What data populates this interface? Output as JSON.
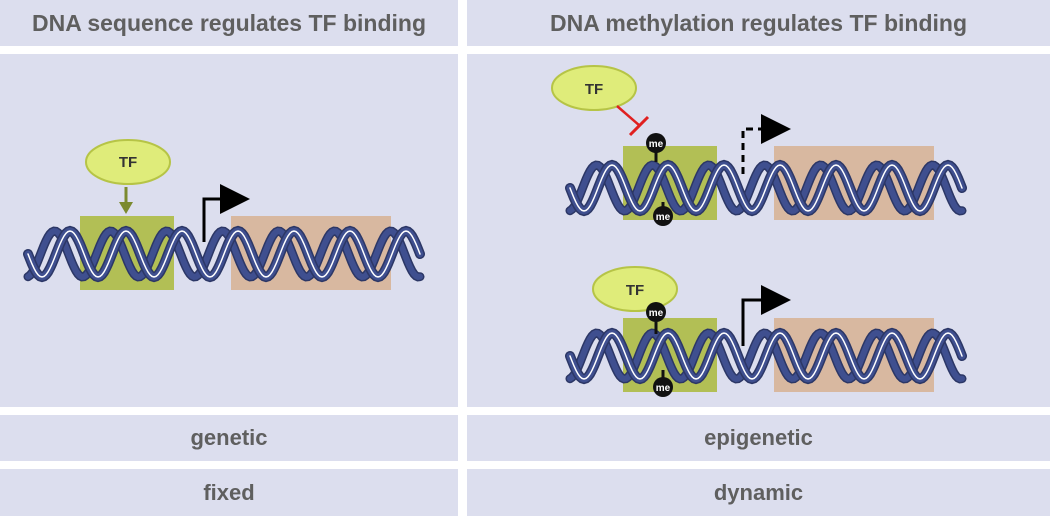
{
  "headers": {
    "left": "DNA sequence regulates TF binding",
    "right": "DNA methylation regulates TF binding"
  },
  "rows": {
    "mechanism": {
      "left": "genetic",
      "right": "epigenetic"
    },
    "nature": {
      "left": "fixed",
      "right": "dynamic"
    }
  },
  "diagram": {
    "tf_label": "TF",
    "methyl_label": "me"
  },
  "colors": {
    "cell_bg": "#dcdeee",
    "text": "#5f5f5f",
    "dna_strand": "#3f4f8f",
    "dna_highlight": "#ffffff",
    "binding_site": "#b2bf55",
    "gene_region": "#d8b8a0",
    "tf_fill": "#dfec7a",
    "inhibition": "#e02020",
    "methyl": "#111111"
  }
}
